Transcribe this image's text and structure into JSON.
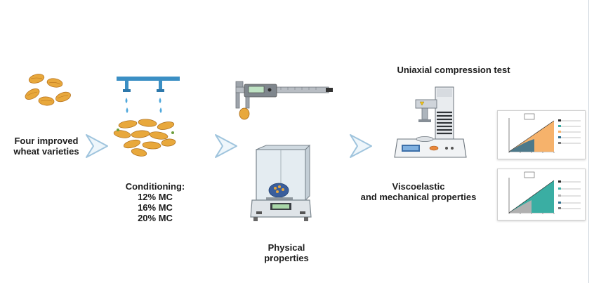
{
  "steps": {
    "varieties": {
      "line1": "Four improved",
      "line2": "wheat varieties"
    },
    "conditioning": {
      "title": "Conditioning:",
      "mc": [
        "12% MC",
        "16% MC",
        "20% MC"
      ]
    },
    "physical": {
      "line1": "Physical",
      "line2": "properties"
    },
    "uniaxial": {
      "title": "Uniaxial compression test"
    },
    "viscoelastic": {
      "line1": "Viscoelastic",
      "line2": "and mechanical properties"
    }
  },
  "colors": {
    "arrow_stroke": "#9fc4dd",
    "arrow_fill": "#eef6fb",
    "water": "#4fa8dc",
    "pipe": "#3b8fc4",
    "grain": "#e8a83c",
    "orange_area": "#f6b26b",
    "teal_area": "#3aaea3",
    "gray_area": "#b0b0b0"
  }
}
